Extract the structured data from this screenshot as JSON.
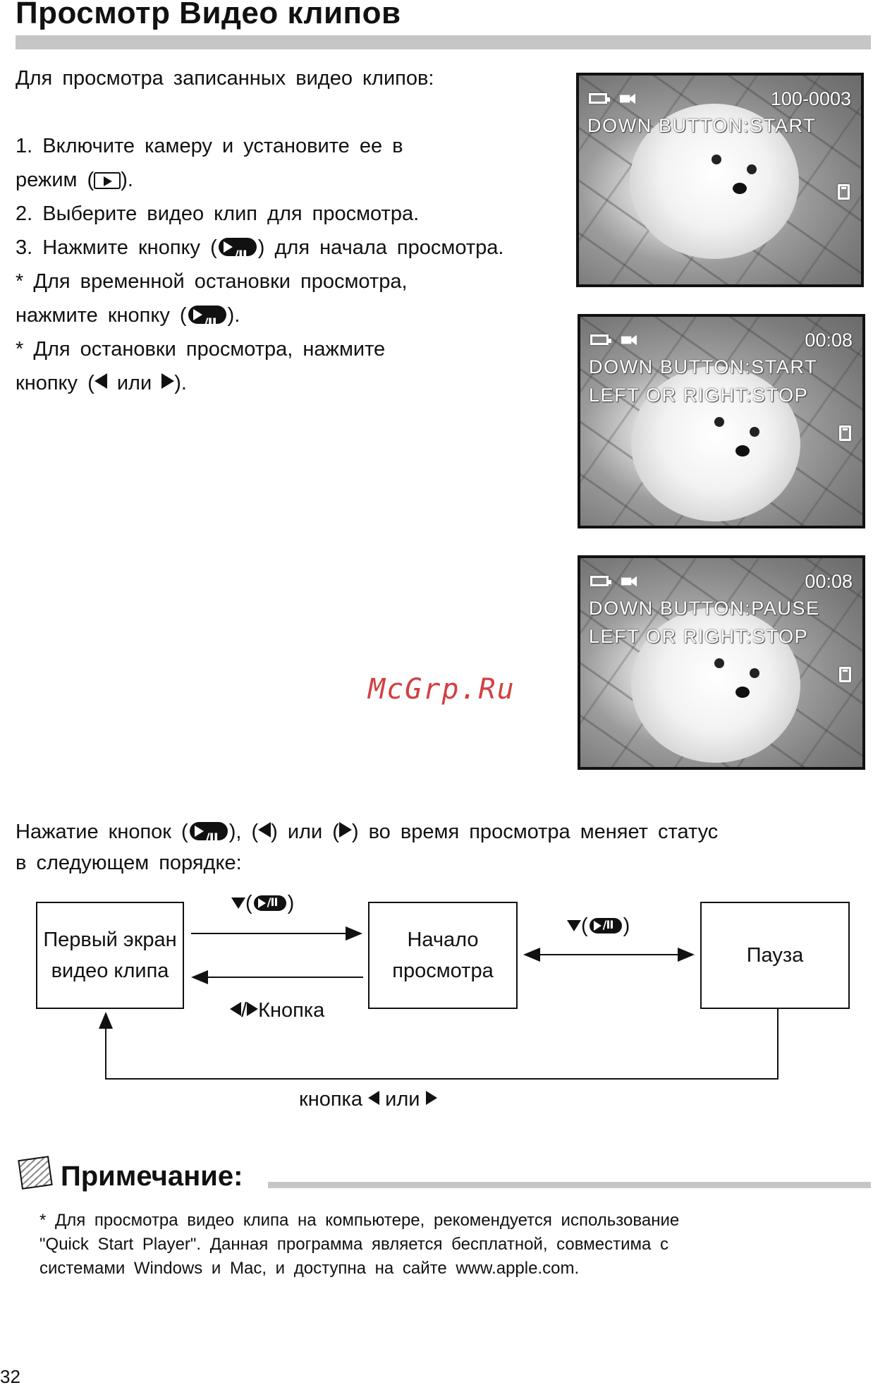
{
  "header": {
    "title": "Просмотр Видео клипов"
  },
  "intro": "Для просмотра записанных видео клипов:",
  "steps": {
    "step1_a": "1. Включите камеру и установите ее в",
    "step1_b_before": "режим (",
    "step1_b_after": ").",
    "step2": "2. Выберите видео клип для просмотра.",
    "step3_before": "3. Нажмите кнопку (",
    "step3_after": ") для начала просмотра.",
    "pause_a": "* Для временной остановки просмотра,",
    "pause_b_before": "нажмите кнопку (",
    "pause_b_after": ").",
    "stop_a": "* Для остановки просмотра, нажмите",
    "stop_b_before": "кнопку (",
    "stop_b_mid": " или ",
    "stop_b_after": ")."
  },
  "screens": [
    {
      "top_right": "100-0003",
      "line1": "DOWN BUTTON:START",
      "line2": ""
    },
    {
      "top_right": "00:08",
      "line1": "DOWN BUTTON:START",
      "line2": "LEFT OR RIGHT:STOP"
    },
    {
      "top_right": "00:08",
      "line1": "DOWN BUTTON:PAUSE",
      "line2": "LEFT OR RIGHT:STOP"
    }
  ],
  "watermark": "McGrp.Ru",
  "status_text": {
    "line1_a": "Нажатие кнопок (",
    "line1_b": "), (",
    "line1_c": ") или (",
    "line1_d": ") во время просмотра меняет статус",
    "line2": "в следующем порядке:"
  },
  "diagram": {
    "box_first_line1": "Первый экран",
    "box_first_line2": "видео клипа",
    "box_start_line1": "Начало",
    "box_start_line2": "просмотра",
    "box_pause": "Пауза",
    "paren_open": "(",
    "paren_close": ")",
    "slash": "/",
    "button_label": "Кнопка",
    "bottom_label_a": "кнопка",
    "bottom_label_b": "или"
  },
  "note": {
    "heading": "Примечание:",
    "line1": "* Для просмотра видео клипа на компьютере, рекомендуется использование",
    "line2": "\"Quick Start Player\". Данная программа является бесплатной, совместима с",
    "line3": "системами Windows и Mac, и доступна на сайте www.apple.com."
  },
  "page_number": "32"
}
